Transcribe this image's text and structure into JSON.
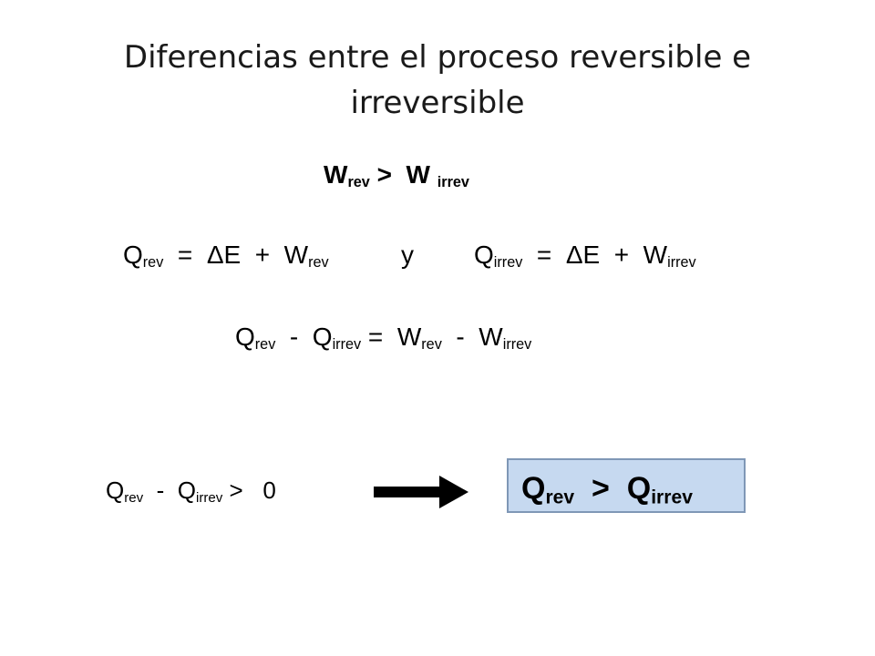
{
  "slide": {
    "title": "Diferencias entre el proceso reversible e irreversible"
  },
  "equations": {
    "work_relation": {
      "w": "W",
      "rev": "rev",
      "op": " >  ",
      "w2": "W ",
      "irrev": "irrev"
    },
    "heat_rev": {
      "q": "Q",
      "rev": "rev",
      "rest": "  =  ΔE  +  W",
      "rev2": "rev"
    },
    "conjunction": "y",
    "heat_irrev": {
      "q": "Q",
      "irrev": "irrev",
      "rest": "  =  ΔE  +  W",
      "irrev2": "irrev"
    },
    "difference": {
      "q1": "Q",
      "rev": "rev",
      "op1": "  -  Q",
      "irrev": "irrev",
      "op2": " =  W",
      "rev2": "rev",
      "op3": "  -  W",
      "irrev2": "irrev"
    },
    "inequality": {
      "q1": "Q",
      "rev": "rev",
      "op1": "  -  Q",
      "irrev": "irrev",
      "op2": " >   0"
    }
  },
  "result": {
    "q1": "Q",
    "rev": "rev",
    "op": "  >  Q",
    "irrev": "irrev"
  },
  "colors": {
    "result_fill": "#c6d9f0",
    "result_border": "#7f97b6",
    "arrow": "#000000"
  },
  "icons": {
    "implication": "right-arrow-icon"
  }
}
